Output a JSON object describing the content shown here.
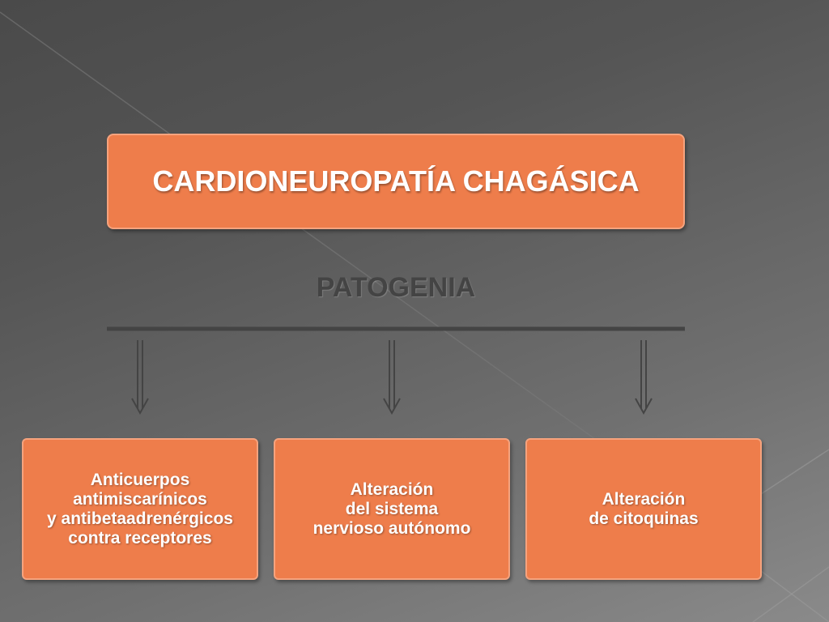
{
  "title": "CARDIONEUROPATÍA CHAGÁSICA",
  "subtitle": "PATOGENIA",
  "leaves": [
    {
      "lines": [
        "Anticuerpos",
        "antimiscarínicos",
        "y antibetaadrenérgicos",
        "contra receptores"
      ]
    },
    {
      "lines": [
        "Alteración",
        "del sistema",
        "nervioso autónomo"
      ]
    },
    {
      "lines": [
        "Alteración",
        "de citoquinas"
      ]
    }
  ],
  "colors": {
    "box_fill": "#ee7d4b",
    "box_border": "#f5a37e",
    "connector": "#444444"
  }
}
